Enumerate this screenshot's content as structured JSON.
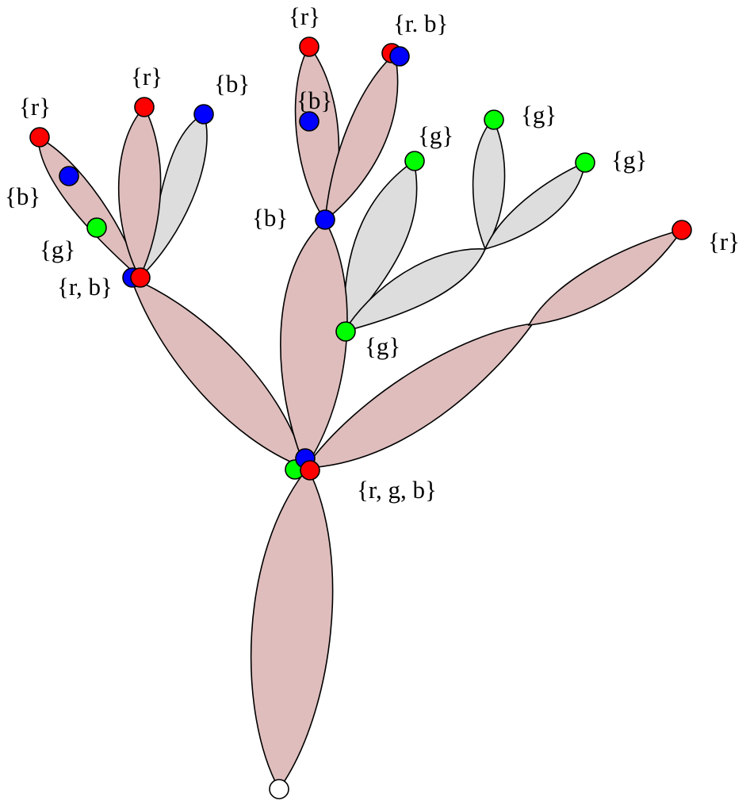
{
  "colors": {
    "petal_red": "#dfbdbd",
    "petal_gray": "#dddddd",
    "node_red": "#ff0000",
    "node_blue": "#0000ff",
    "node_green": "#00ff00",
    "node_white": "#ffffff"
  },
  "labels": {
    "root_right": "{r, g, b}",
    "left_top_r": "{r}",
    "left_mid_r": "{r}",
    "left_b_top": "{b}",
    "left_b_side": "{b}",
    "left_g_side": "{g}",
    "left_joint": "{r, b}",
    "center_top_r": "{r}",
    "center_top_rb": "{r. b}",
    "center_b_inner": "{b}",
    "center_b_side": "{b}",
    "right_g1": "{g}",
    "right_g2": "{g}",
    "right_g3": "{g}",
    "right_r": "{r}",
    "center_g_joint": "{g}"
  }
}
